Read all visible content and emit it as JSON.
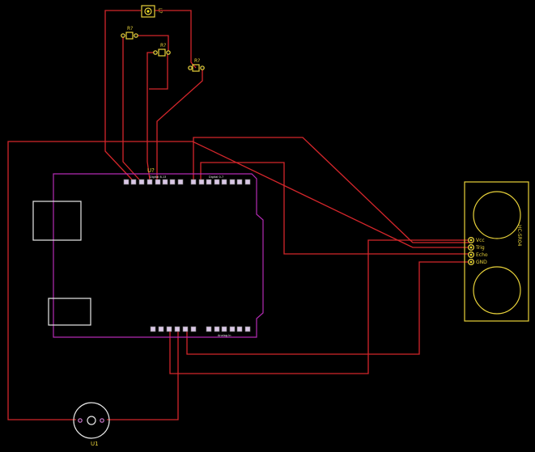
{
  "components": {
    "l1": {
      "ref": "L?"
    },
    "r1": {
      "ref": "R?"
    },
    "r2": {
      "ref": "R?"
    },
    "r3": {
      "ref": "R?"
    },
    "u_top": {
      "ref": "U?"
    },
    "u1": {
      "ref": "U1"
    },
    "sensor": {
      "name": "HC-SR04",
      "pins": [
        "Vcc",
        "Trig",
        "Echo",
        "GND"
      ]
    }
  },
  "arduino": {
    "header_top_left": "Digital 8-13",
    "header_top_right": "Digital 0-7",
    "header_bottom_right": "Analog In"
  },
  "colors": {
    "background": "#000000",
    "trace": "#d4262b",
    "silkscreen": "#e8d23a",
    "board_outline": "#b42bb4"
  }
}
